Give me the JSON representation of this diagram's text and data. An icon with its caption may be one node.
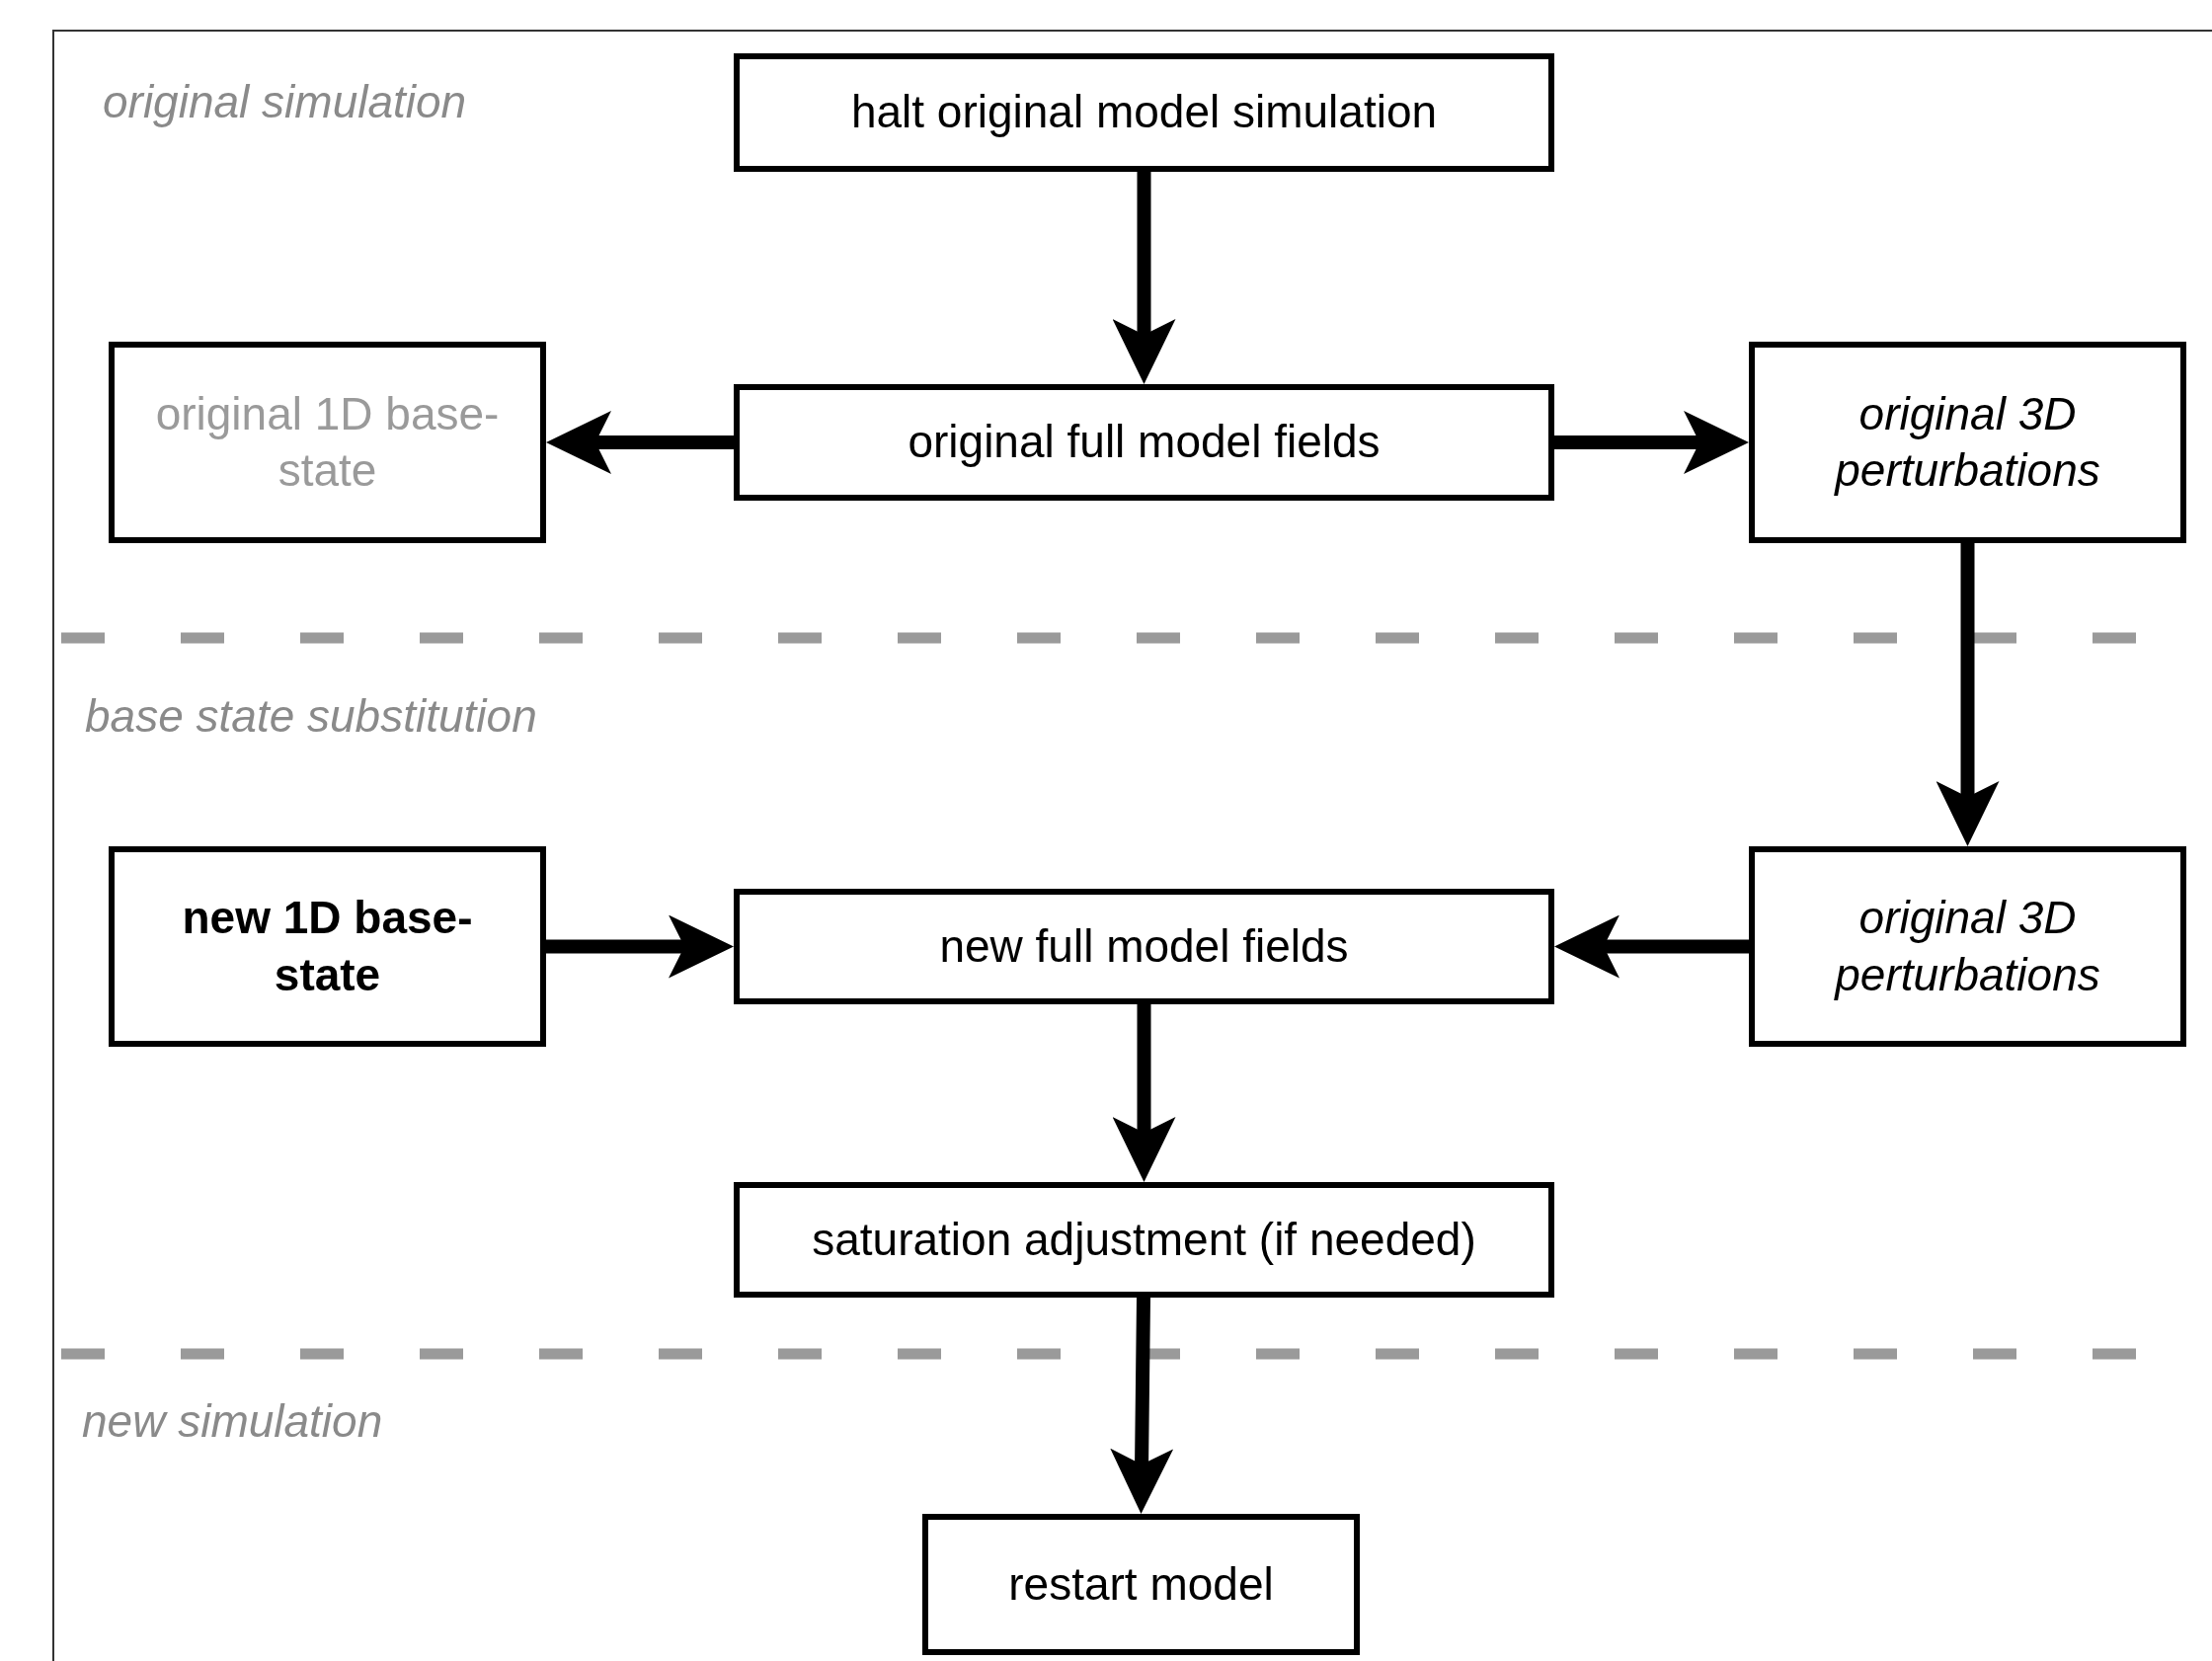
{
  "diagram": {
    "nodes": [
      {
        "text": [
          "halt original model simulation"
        ]
      },
      {
        "text": [
          "original 1D base-state"
        ]
      },
      {
        "text": [
          "original full model  fields"
        ]
      },
      {
        "text": [
          "original 3D perturbations"
        ]
      },
      {
        "text": [
          "new 1D base-state"
        ]
      },
      {
        "text": [
          "new full model  fields"
        ]
      },
      {
        "text": [
          "original 3D perturbations"
        ]
      },
      {
        "text": [
          "saturation adjustment (if needed)"
        ]
      },
      {
        "text": [
          "restart model"
        ]
      }
    ],
    "edges": [
      {
        "from": 0,
        "to": 2,
        "arrow": "to"
      },
      {
        "from": 2,
        "to": 1,
        "arrow": "to"
      },
      {
        "from": 2,
        "to": 3,
        "arrow": "to"
      },
      {
        "from": 3,
        "to": 6,
        "arrow": "to"
      },
      {
        "from": 4,
        "to": 5,
        "arrow": "to"
      },
      {
        "from": 6,
        "to": 5,
        "arrow": "to"
      },
      {
        "from": 5,
        "to": 7,
        "arrow": "to"
      },
      {
        "from": 7,
        "to": 8,
        "arrow": "to"
      }
    ],
    "labels": [
      "original simulation",
      "base state substitution",
      "new simulation"
    ]
  }
}
